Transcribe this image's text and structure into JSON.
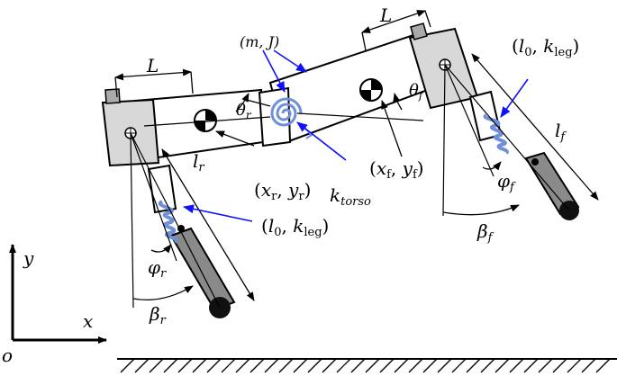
{
  "labels": {
    "L_rear": "L",
    "L_front": "L",
    "mass_inertia": "(m, J)",
    "theta_r": "θ",
    "theta_r_sub": "r",
    "theta_f": "θ",
    "theta_f_sub": "f",
    "x_r": "x",
    "x_r_sub": "r",
    "y_r": "y",
    "y_r_sub": "r",
    "x_f": "x",
    "x_f_sub": "f",
    "y_f": "y",
    "y_f_sub": "f",
    "k_torso": "k",
    "k_torso_sub": "torso",
    "l0_front": "l",
    "l0_front_sub": "0",
    "k_leg_front": "k",
    "k_leg_front_sub": "leg",
    "l0_rear": "l",
    "l0_rear_sub": "0",
    "k_leg_rear": "k",
    "k_leg_rear_sub": "leg",
    "l_r": "l",
    "l_r_sub": "r",
    "l_f": "l",
    "l_f_sub": "f",
    "phi_r": "φ",
    "phi_r_sub": "r",
    "phi_f": "φ",
    "phi_f_sub": "f",
    "beta_r": "β",
    "beta_r_sub": "r",
    "beta_f": "β",
    "beta_f_sub": "f",
    "axis_y": "y",
    "axis_x": "x",
    "origin": "o"
  },
  "colors": {
    "ink": "#000000",
    "body_fill": "#ffffff",
    "hip_fill": "#d8d8d8",
    "leg_fill": "#8a8a8a",
    "foot_fill": "#111111",
    "spring": "#6f8fd8",
    "pointer": "#1010ff"
  }
}
